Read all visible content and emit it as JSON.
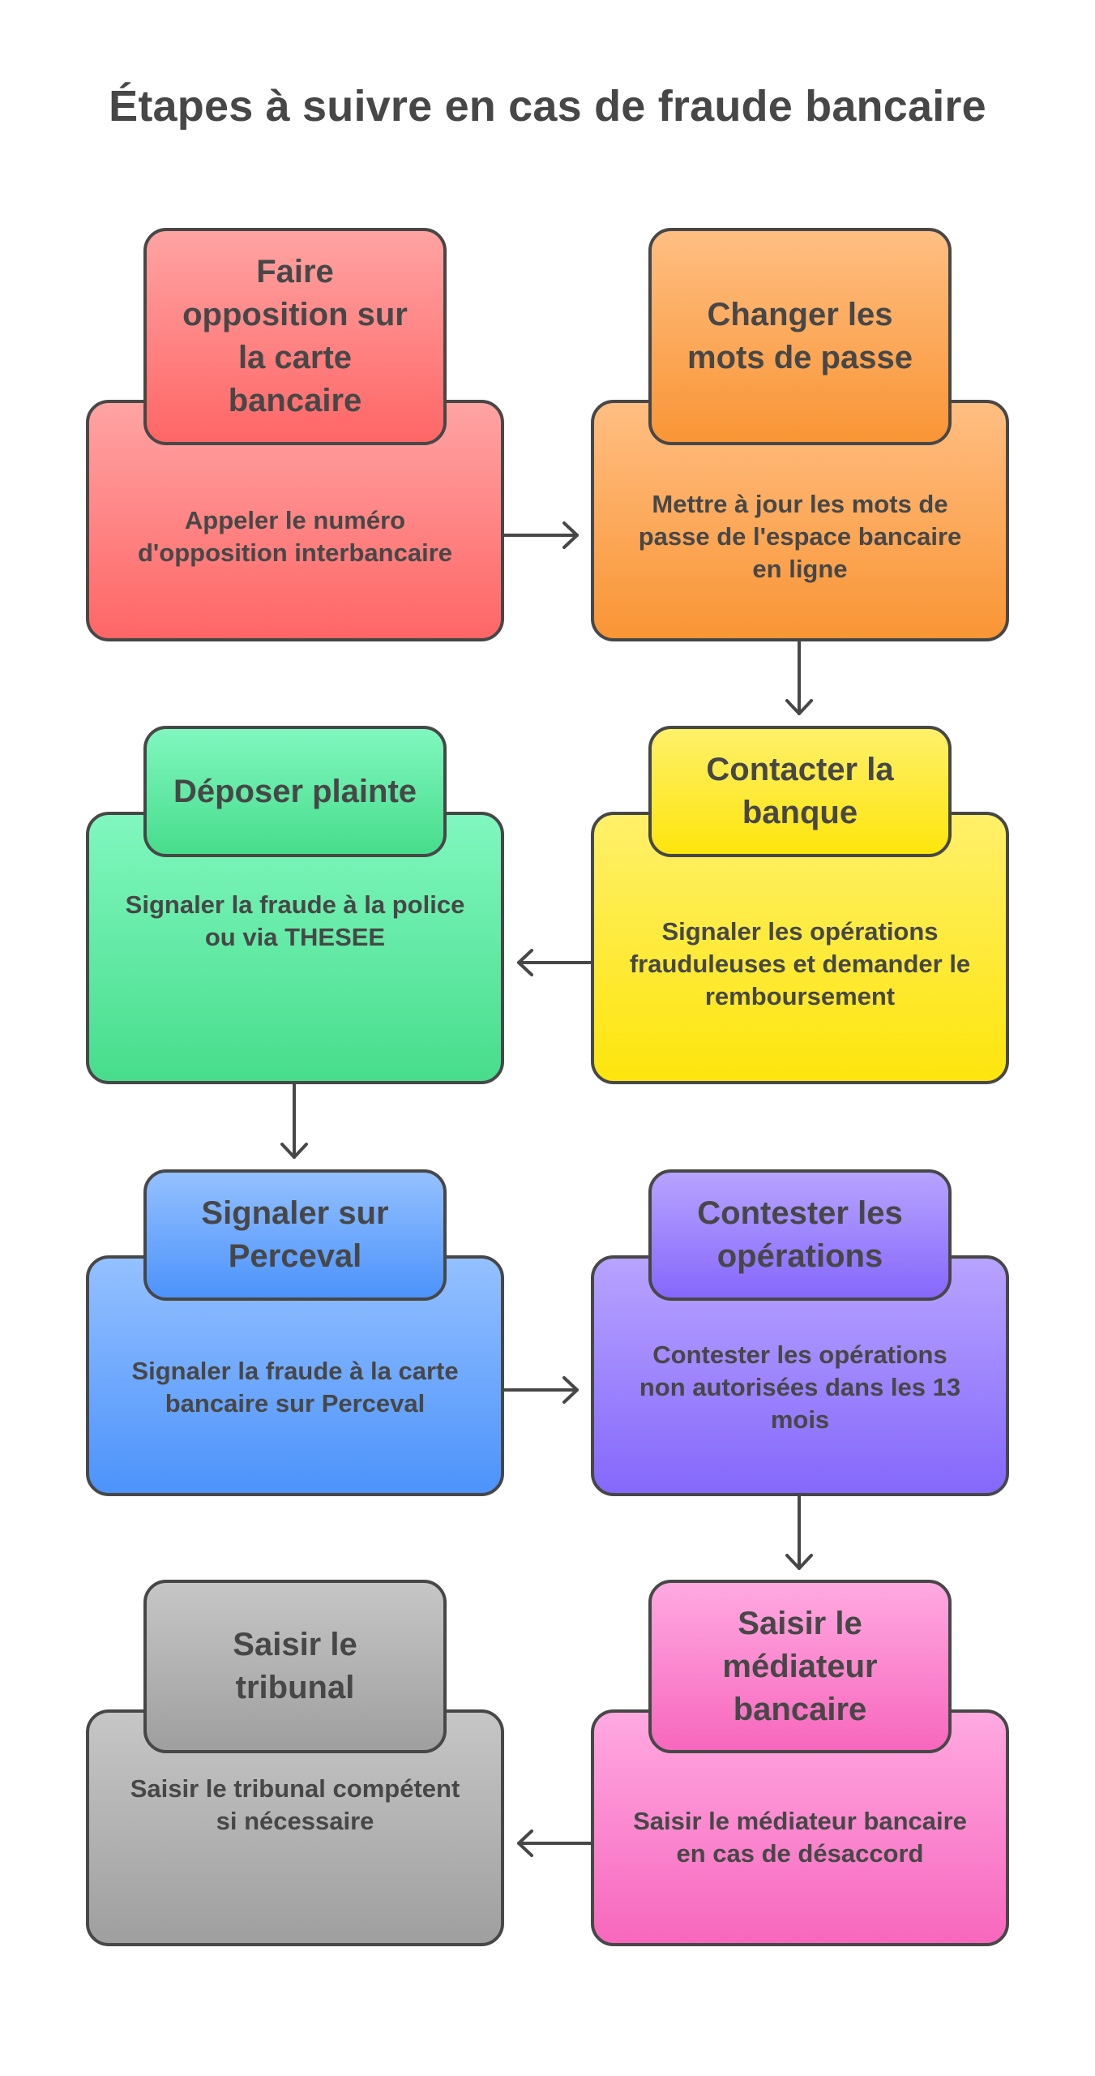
{
  "title": "Étapes à suivre en cas de fraude bancaire",
  "colors": {
    "red_top": "#ffa3a3",
    "red_bottom": "#ff6666",
    "orange_top": "#ffbe82",
    "orange_bottom": "#f99535",
    "green_top": "#80f7bf",
    "green_bottom": "#47dd8c",
    "yellow_top": "#fff06a",
    "yellow_bottom": "#fde50c",
    "blue_top": "#94c0ff",
    "blue_bottom": "#4c93fb",
    "purple_top": "#b7a3ff",
    "purple_bottom": "#8568fb",
    "gray_top": "#c6c6c6",
    "gray_bottom": "#9f9f9f",
    "pink_top": "#ffa9e1",
    "pink_bottom": "#f767bd",
    "outline": "#474747"
  },
  "steps": [
    {
      "label": "Faire opposition sur la carte bancaire",
      "description": "Appeler le numéro d'opposition interbancaire"
    },
    {
      "label": "Changer les mots de passe",
      "description": "Mettre à jour les mots de passe de l'espace bancaire en ligne"
    },
    {
      "label": "Contacter la banque",
      "description": "Signaler les opérations frauduleuses et demander le remboursement"
    },
    {
      "label": "Déposer plainte",
      "description": "Signaler la fraude à la police ou via THESEE"
    },
    {
      "label": "Signaler sur Perceval",
      "description": "Signaler la fraude à la carte bancaire sur Perceval"
    },
    {
      "label": "Contester les opérations",
      "description": "Contester les opérations non autorisées dans les 13 mois"
    },
    {
      "label": "Saisir le médiateur bancaire",
      "description": "Saisir le médiateur bancaire en cas de désaccord"
    },
    {
      "label": "Saisir le tribunal",
      "description": "Saisir le tribunal compétent si nécessaire"
    }
  ]
}
